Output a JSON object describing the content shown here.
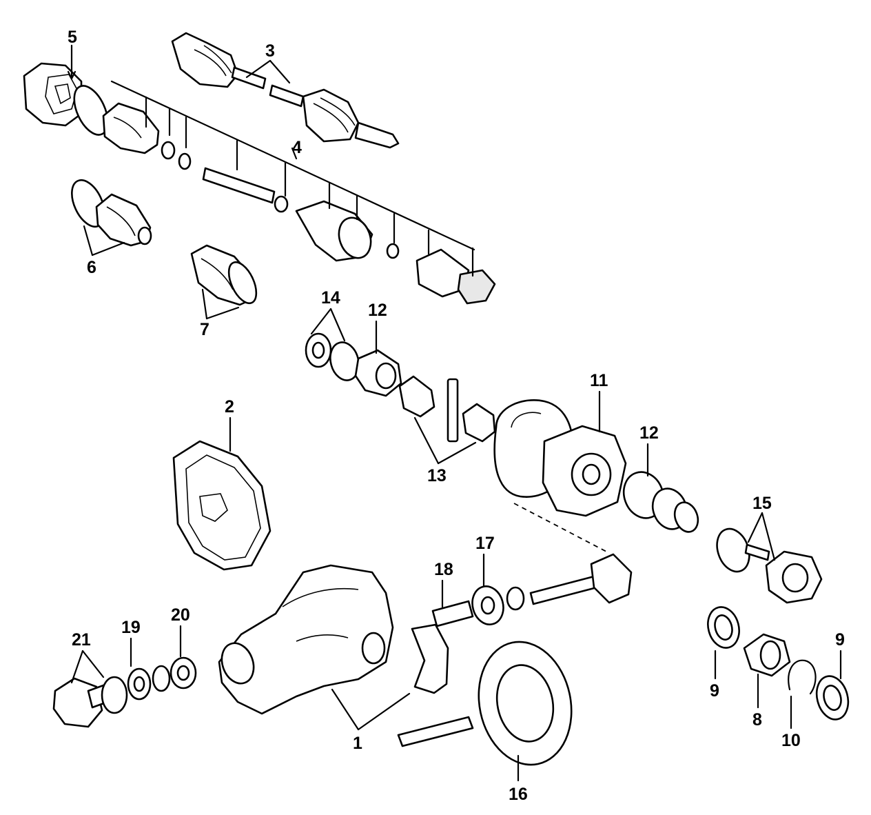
{
  "callouts": {
    "c1": "1",
    "c2": "2",
    "c3": "3",
    "c4": "4",
    "c5": "5",
    "c6": "6",
    "c7": "7",
    "c8": "8",
    "c9a": "9",
    "c9b": "9",
    "c10": "10",
    "c11": "11",
    "c12a": "12",
    "c12b": "12",
    "c13": "13",
    "c14": "14",
    "c15": "15",
    "c16": "16",
    "c17": "17",
    "c18": "18",
    "c19": "19",
    "c20": "20",
    "c21": "21"
  }
}
